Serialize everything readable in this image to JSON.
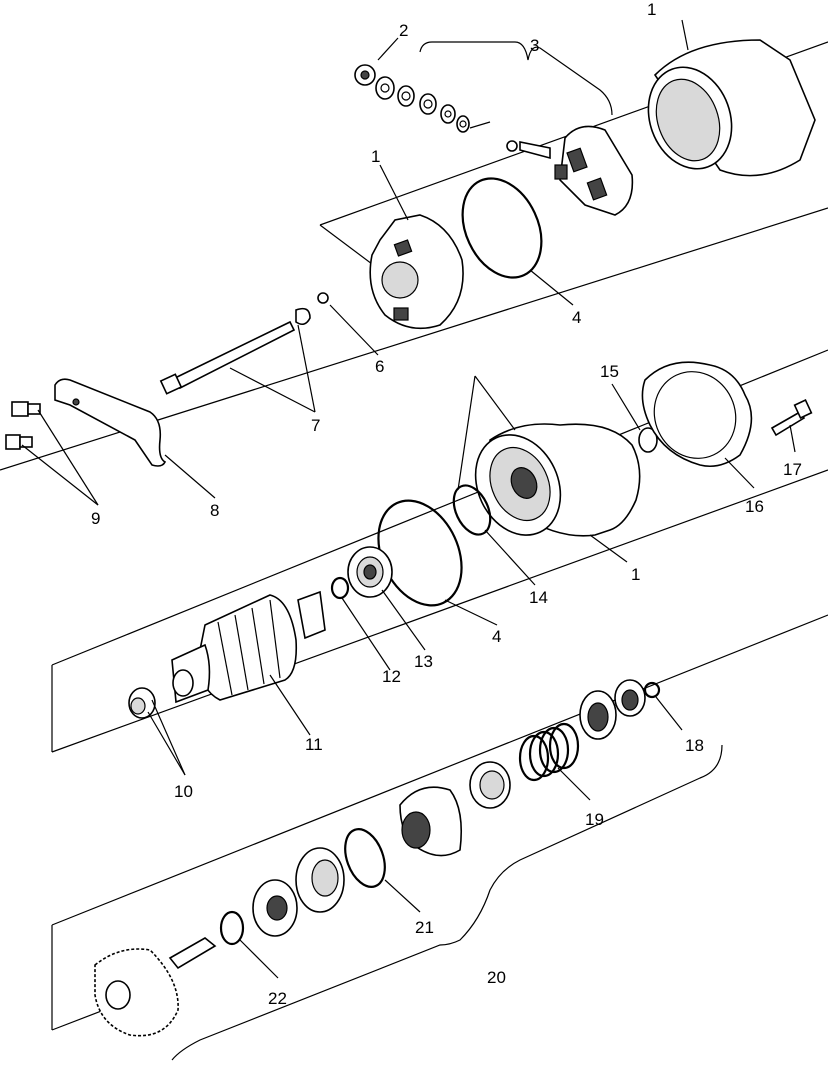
{
  "callouts": {
    "c1a": "1",
    "c1b": "1",
    "c1c": "1",
    "c2": "2",
    "c3": "3",
    "c4a": "4",
    "c4b": "4",
    "c6": "6",
    "c7": "7",
    "c8": "8",
    "c9": "9",
    "c10": "10",
    "c11": "11",
    "c12": "12",
    "c13": "13",
    "c14": "14",
    "c15": "15",
    "c16": "16",
    "c17": "17",
    "c18": "18",
    "c19": "19",
    "c20": "20",
    "c21": "21",
    "c22": "22"
  }
}
